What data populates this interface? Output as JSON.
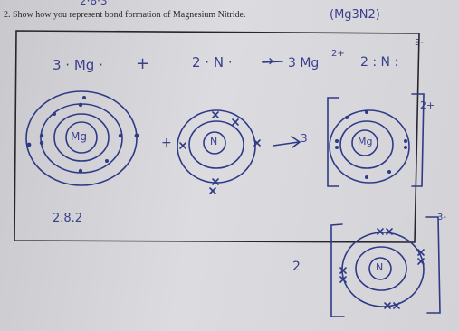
{
  "question": {
    "top_scribble": "2·8·3",
    "text": "2. Show how you represent bond formation of Magnesium Nitride.",
    "formula_note": "(Mg3N2)"
  },
  "equation": {
    "reactant_1": "3 · Mg ·",
    "plus": "+",
    "reactant_2": "2 · N ·",
    "arrow": "→",
    "product_1": "3 Mg",
    "product_1_charge": "2+",
    "product_2": "2 : N :",
    "product_2_charge": "3-"
  },
  "diagram": {
    "mg_label": "Mg",
    "n_label": "N",
    "plus": "+",
    "arrow_coefficient": "3",
    "product_mg_label": "Mg",
    "product_mg_charge": "2+",
    "product_n_coefficient": "2",
    "product_n_label": "N",
    "product_n_charge": "3-",
    "electron_config": "2.8.2"
  }
}
